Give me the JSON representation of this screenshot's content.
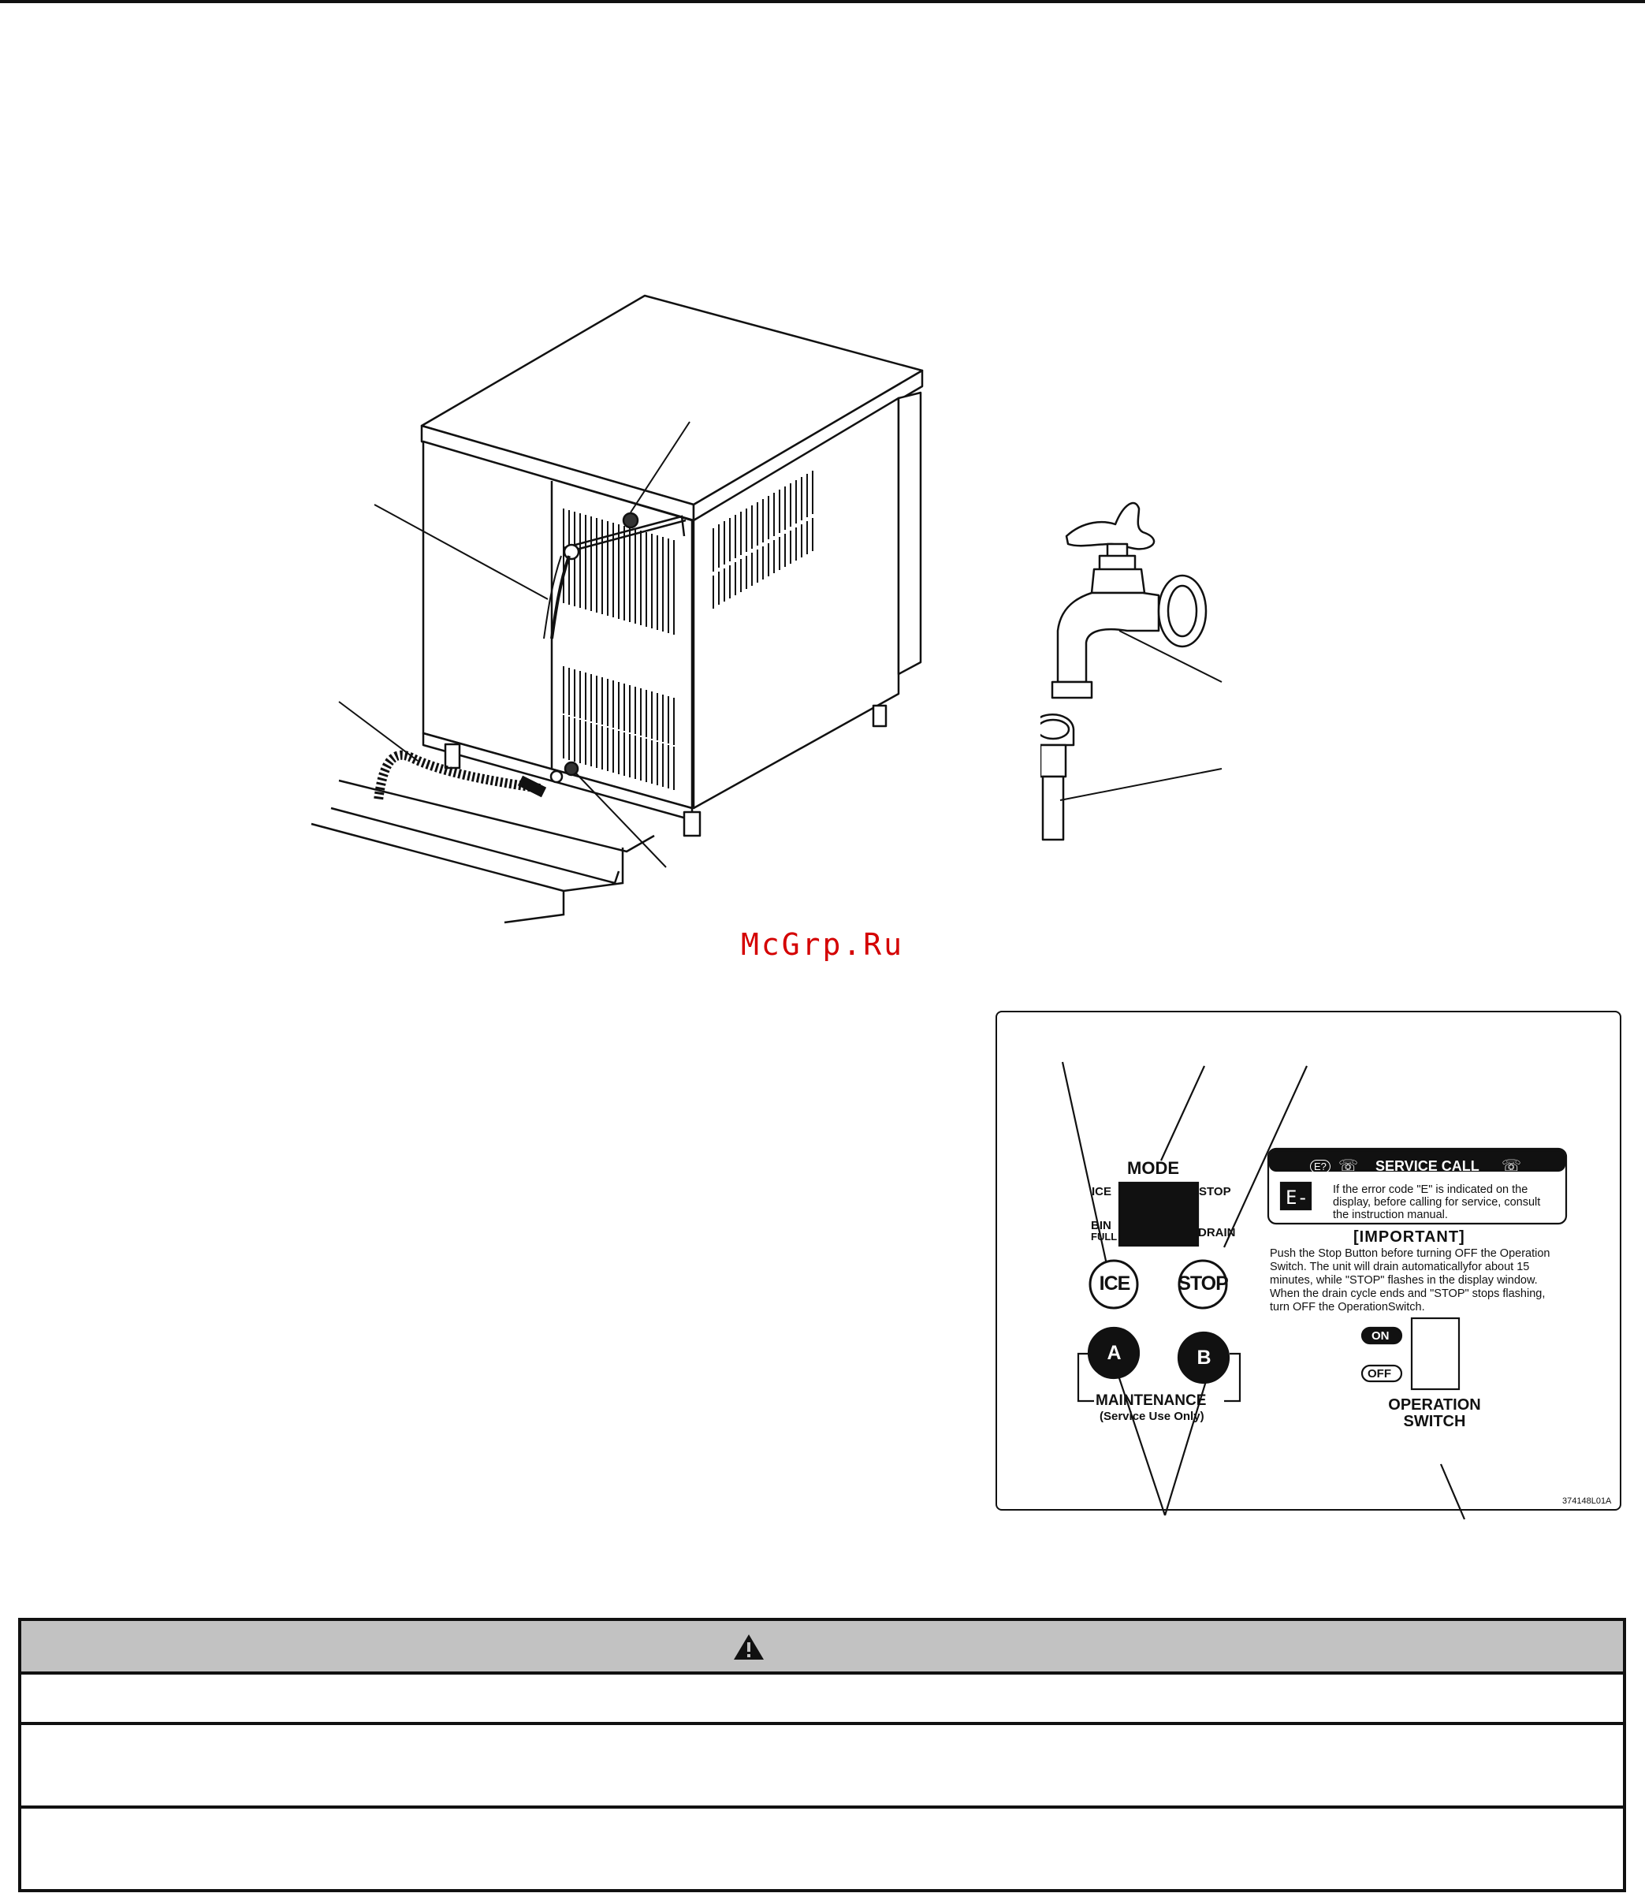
{
  "watermark": "McGrp.Ru",
  "control_panel": {
    "mode_title": "MODE",
    "ice_label": "ICE",
    "stop_label": "STOP",
    "bin_full_label_line1": "BIN",
    "bin_full_label_line2": "FULL",
    "drain_label": "DRAIN",
    "ice_button": "ICE",
    "stop_button": "STOP",
    "a_button": "A",
    "b_button": "B",
    "maintenance_label": "MAINTENANCE",
    "service_use_only": "(Service Use Only)",
    "service_call": {
      "code_icon": "E?",
      "title": "SERVICE CALL",
      "display_sample": "E-",
      "text_line1": "If the error code \"E\" is indicated on the",
      "text_line2": "display, before calling for service, consult",
      "text_line3": "the instruction manual."
    },
    "important_title": "[IMPORTANT]",
    "important_line1": "Push the Stop Button before turning OFF the Operation",
    "important_line2": "Switch.  The unit will drain automaticallyfor about 15",
    "important_line3": "minutes, while \"STOP\" flashes in the display window.",
    "important_line4": "When the drain cycle ends and \"STOP\" stops flashing,",
    "important_line5": "turn OFF the OperationSwitch.",
    "on_label": "ON",
    "off_label": "OFF",
    "operation_switch_line1": "OPERATION",
    "operation_switch_line2": "SWITCH",
    "part_code": "374148L01A"
  },
  "icons": {
    "warning": "warning-triangle-icon",
    "phone": "telephone-icon"
  }
}
